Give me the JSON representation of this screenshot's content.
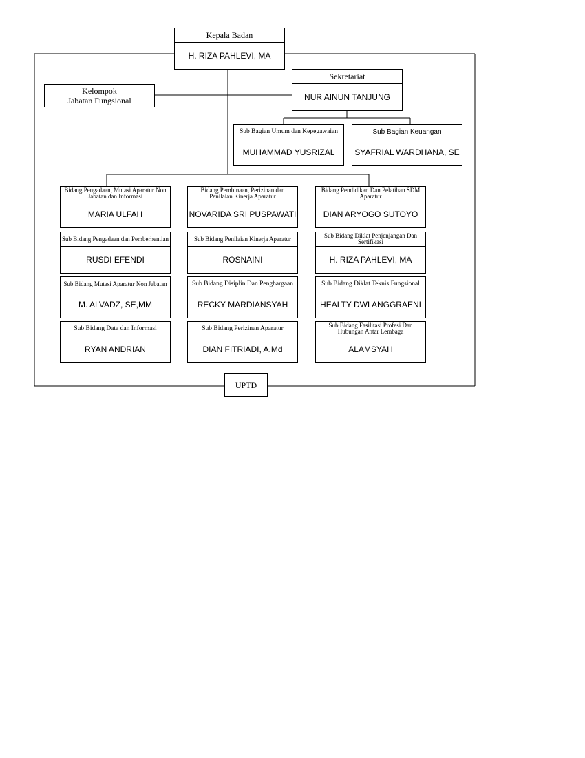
{
  "kepala": {
    "title": "Kepala Badan",
    "name": "H. RIZA PAHLEVI, MA"
  },
  "sekretariat": {
    "title": "Sekretariat",
    "name": "NUR AINUN TANJUNG"
  },
  "kelompok": {
    "line1": "Kelompok",
    "line2": "Jabatan Fungsional"
  },
  "subbagian": [
    {
      "title": "Sub Bagian Umum dan Kepegawaian",
      "name": "MUHAMMAD YUSRIZAL"
    },
    {
      "title": "Sub Bagian Keuangan",
      "name": "SYAFRIAL WARDHANA, SE"
    }
  ],
  "bidang": [
    {
      "title": "Bidang Pengadaan, Mutasi Aparatur Non Jabatan dan Informasi",
      "name": "MARIA ULFAH",
      "subs": [
        {
          "title": "Sub Bidang Pengadaan dan Pemberhentian",
          "name": "RUSDI EFENDI"
        },
        {
          "title": "Sub Bidang Mutasi Aparatur Non Jabatan",
          "name": "M. ALVADZ, SE,MM"
        },
        {
          "title": "Sub Bidang Data dan Informasi",
          "name": "RYAN ANDRIAN"
        }
      ]
    },
    {
      "title": "Bidang Pembinaan, Perizinan dan Penilaian Kinerja Aparatur",
      "name": "NOVARIDA SRI PUSPAWATI",
      "subs": [
        {
          "title": "Sub Bidang Penilaian Kinerja Aparatur",
          "name": "ROSNAINI"
        },
        {
          "title": "Sub Bidang Disiplin Dan Penghargaan",
          "name": "RECKY MARDIANSYAH"
        },
        {
          "title": "Sub Bidang Perizinan Aparatur",
          "name": "DIAN FITRIADI, A.Md"
        }
      ]
    },
    {
      "title": "Bidang Pendidikan Dan Pelatihan SDM Aparatur",
      "name": "DIAN ARYOGO SUTOYO",
      "subs": [
        {
          "title": "Sub Bidang Diklat Penjenjangan Dan Sertifikasi",
          "name": "H. RIZA PAHLEVI, MA"
        },
        {
          "title": "Sub Bidang Diklat Teknis Fungsional",
          "name": "HEALTY DWI ANGGRAENI"
        },
        {
          "title": "Sub Bidang Fasilitasi Profesi Dan Hubungan Antar Lembaga",
          "name": "ALAMSYAH"
        }
      ]
    }
  ],
  "uptd": {
    "label": "UPTD"
  }
}
